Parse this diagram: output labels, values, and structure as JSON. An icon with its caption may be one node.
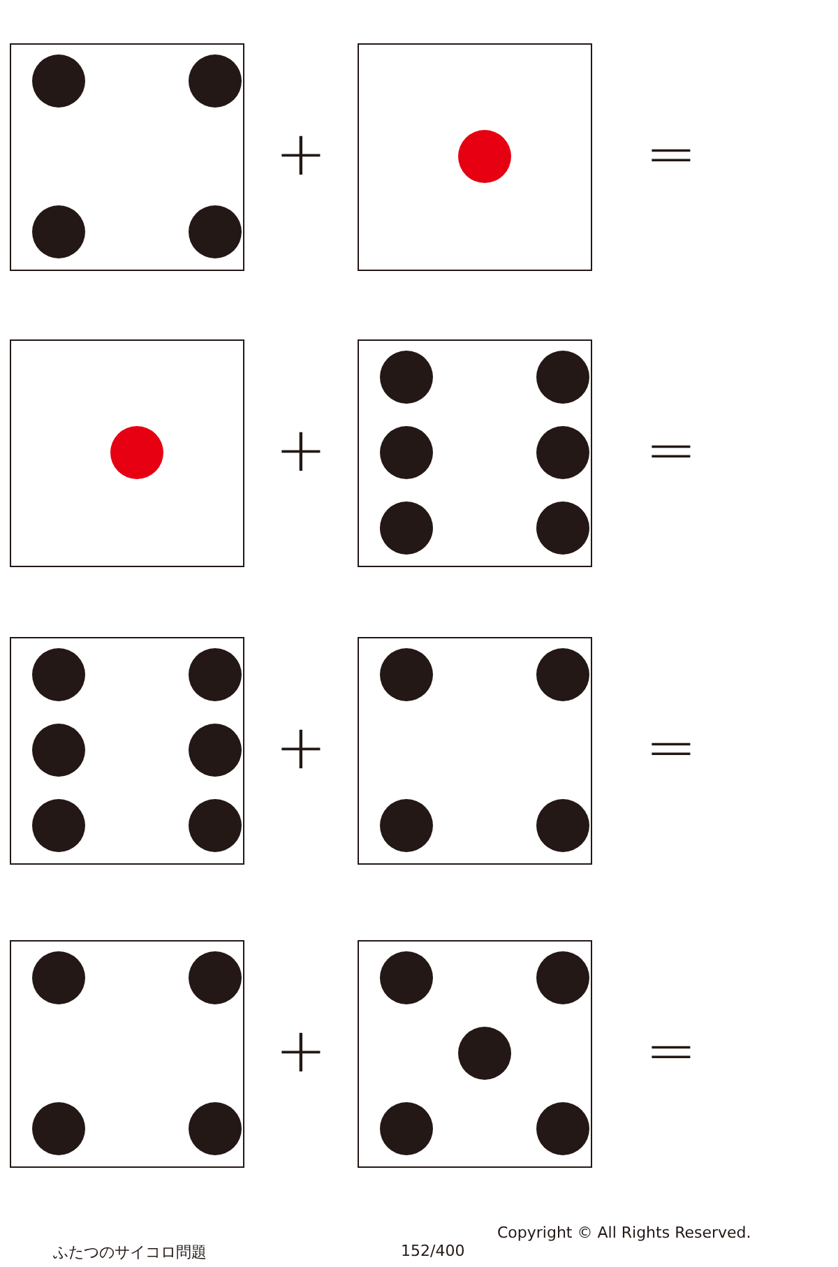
{
  "diagram": {
    "nodes": [
      {
        "text": [],
        "shape": "box"
      },
      {
        "text": [],
        "shape": "box"
      },
      {
        "text": [],
        "shape": "box"
      },
      {
        "text": [],
        "shape": "box"
      },
      {
        "text": [],
        "shape": "box"
      },
      {
        "text": [],
        "shape": "box"
      },
      {
        "text": [],
        "shape": "box"
      },
      {
        "text": [],
        "shape": "box"
      }
    ],
    "labels": [
      "+",
      "=",
      "+",
      "=",
      "+",
      "=",
      "+",
      "=",
      "ふたつのサイコロ問題",
      "152/400",
      "Copyright © All Rights Reserved."
    ]
  }
}
